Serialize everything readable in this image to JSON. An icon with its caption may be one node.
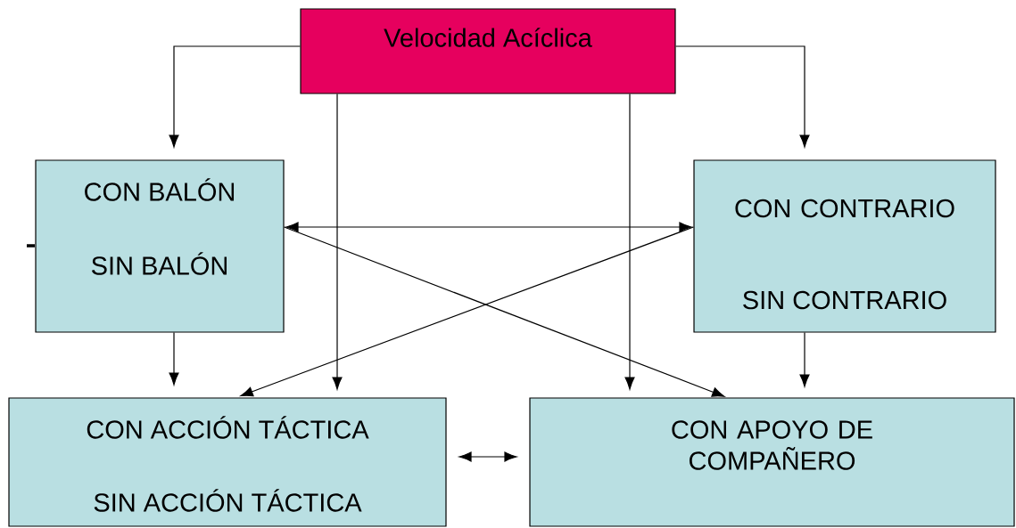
{
  "diagram": {
    "nodes": [
      {
        "text": [
          "Velocidad Acíclica"
        ]
      },
      {
        "text": [
          "CON BALÓN",
          "SIN BALÓN"
        ]
      },
      {
        "text": [
          "CON CONTRARIO",
          "SIN CONTRARIO"
        ]
      },
      {
        "text": [
          "CON ACCIÓN TÁCTICA",
          "SIN ACCIÓN TÁCTICA"
        ]
      },
      {
        "text": [
          "CON APOYO DE COMPAÑERO"
        ]
      }
    ],
    "edges": [
      {
        "from": 0,
        "to": 1,
        "arrow": "to"
      },
      {
        "from": 0,
        "to": 2,
        "arrow": "to"
      },
      {
        "from": 0,
        "to": 3,
        "arrow": "to"
      },
      {
        "from": 0,
        "to": 4,
        "arrow": "to"
      },
      {
        "from": 1,
        "to": 3,
        "arrow": "to"
      },
      {
        "from": 2,
        "to": 4,
        "arrow": "to"
      },
      {
        "from": 1,
        "to": 2,
        "arrow": "both"
      },
      {
        "from": 1,
        "to": 4,
        "arrow": "to"
      },
      {
        "from": 2,
        "to": 3,
        "arrow": "to"
      },
      {
        "from": 3,
        "to": 4,
        "arrow": "both"
      }
    ]
  }
}
